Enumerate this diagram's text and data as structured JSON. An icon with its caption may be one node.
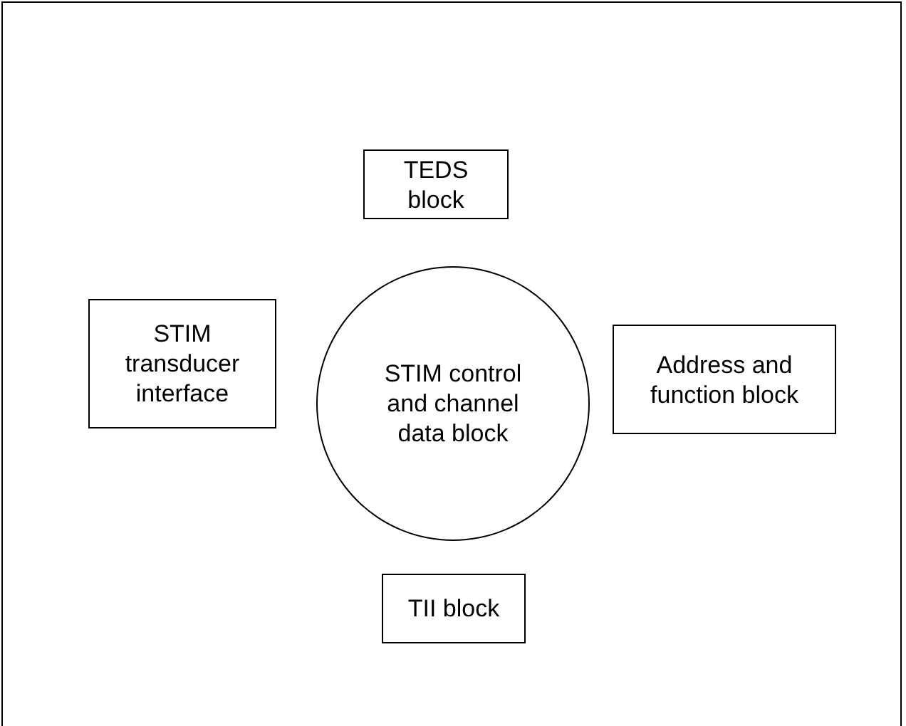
{
  "diagram": {
    "nodes": [
      {
        "text": [
          "TEDS block"
        ]
      },
      {
        "text": [
          "STIM transducer interface"
        ]
      },
      {
        "text": [
          "STIM control and channel data block"
        ]
      },
      {
        "text": [
          "Address and function block"
        ]
      },
      {
        "text": [
          "TII block"
        ]
      }
    ]
  }
}
